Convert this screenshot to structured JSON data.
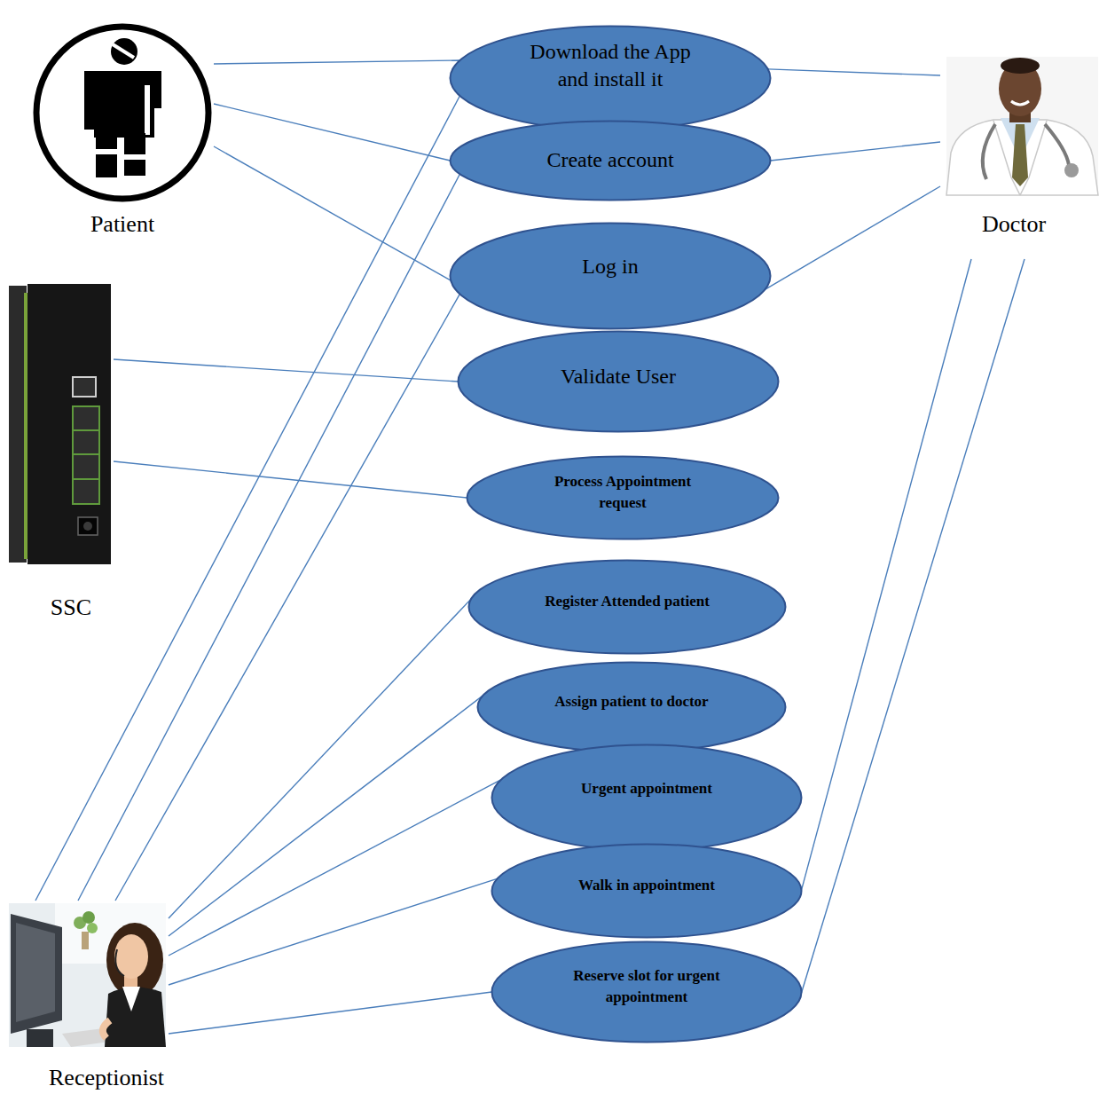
{
  "diagram": {
    "nodes": [
      {
        "text": [
          "Patient"
        ]
      },
      {
        "text": [
          "Doctor"
        ]
      },
      {
        "text": [
          "SSC"
        ]
      },
      {
        "text": [
          "Receptionist"
        ]
      },
      {
        "text": [
          "Download the App and install it"
        ]
      },
      {
        "text": [
          "Create account"
        ]
      },
      {
        "text": [
          "Log in"
        ]
      },
      {
        "text": [
          "Validate User"
        ]
      },
      {
        "text": [
          "Process Appointment request"
        ]
      },
      {
        "text": [
          "Register Attended patient"
        ]
      },
      {
        "text": [
          "Assign patient to doctor"
        ]
      },
      {
        "text": [
          "Urgent appointment"
        ]
      },
      {
        "text": [
          "Walk in appointment"
        ]
      },
      {
        "text": [
          "Reserve slot for urgent appointment"
        ]
      }
    ],
    "edges": [
      {
        "from": 0,
        "to": 4,
        "arrow": "none"
      },
      {
        "from": 0,
        "to": 5,
        "arrow": "none"
      },
      {
        "from": 0,
        "to": 6,
        "arrow": "none"
      },
      {
        "from": 1,
        "to": 4,
        "arrow": "none"
      },
      {
        "from": 1,
        "to": 5,
        "arrow": "none"
      },
      {
        "from": 1,
        "to": 6,
        "arrow": "none"
      },
      {
        "from": 1,
        "to": 12,
        "arrow": "none"
      },
      {
        "from": 1,
        "to": 13,
        "arrow": "none"
      },
      {
        "from": 2,
        "to": 7,
        "arrow": "none"
      },
      {
        "from": 2,
        "to": 8,
        "arrow": "none"
      },
      {
        "from": 3,
        "to": 4,
        "arrow": "none"
      },
      {
        "from": 3,
        "to": 5,
        "arrow": "none"
      },
      {
        "from": 3,
        "to": 6,
        "arrow": "none"
      },
      {
        "from": 3,
        "to": 9,
        "arrow": "none"
      },
      {
        "from": 3,
        "to": 10,
        "arrow": "none"
      },
      {
        "from": 3,
        "to": 11,
        "arrow": "none"
      },
      {
        "from": 3,
        "to": 12,
        "arrow": "none"
      },
      {
        "from": 3,
        "to": 13,
        "arrow": "none"
      }
    ]
  }
}
